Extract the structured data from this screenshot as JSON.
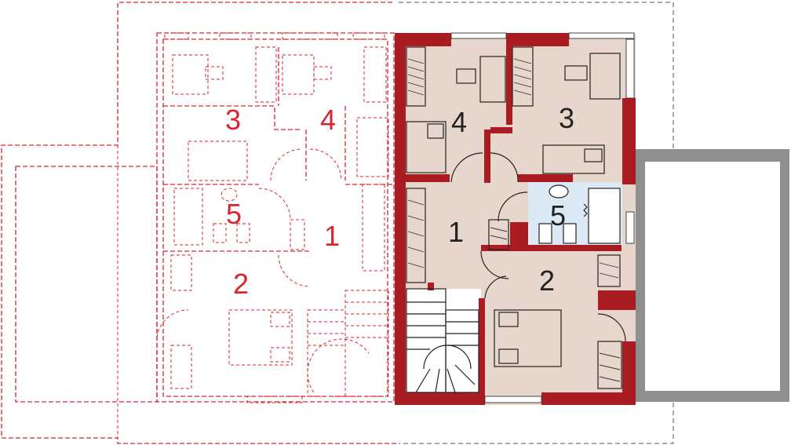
{
  "colors": {
    "wall": "#a81c22",
    "floor": "#e6d6cb",
    "bathroom": "#dbe9f4",
    "ghost_outline": "#d8262e",
    "terrace_outline": "#707070",
    "terrace_fill": "#ffffff",
    "label_ghost": "#d8262e",
    "label_plan": "#222222"
  },
  "ghost_plan": {
    "rooms": [
      {
        "id": "3",
        "label": "3"
      },
      {
        "id": "4",
        "label": "4"
      },
      {
        "id": "5",
        "label": "5"
      },
      {
        "id": "1",
        "label": "1"
      },
      {
        "id": "2",
        "label": "2"
      }
    ]
  },
  "floor_plan": {
    "rooms": [
      {
        "id": "4",
        "label": "4"
      },
      {
        "id": "3",
        "label": "3"
      },
      {
        "id": "5",
        "label": "5"
      },
      {
        "id": "1",
        "label": "1"
      },
      {
        "id": "2",
        "label": "2"
      }
    ]
  },
  "icons": [
    "stair-icon",
    "door-swing-icon",
    "bed-icon",
    "desk-icon",
    "wardrobe-icon",
    "bathtub-icon",
    "washbasin-icon",
    "toilet-icon",
    "bidet-icon"
  ]
}
